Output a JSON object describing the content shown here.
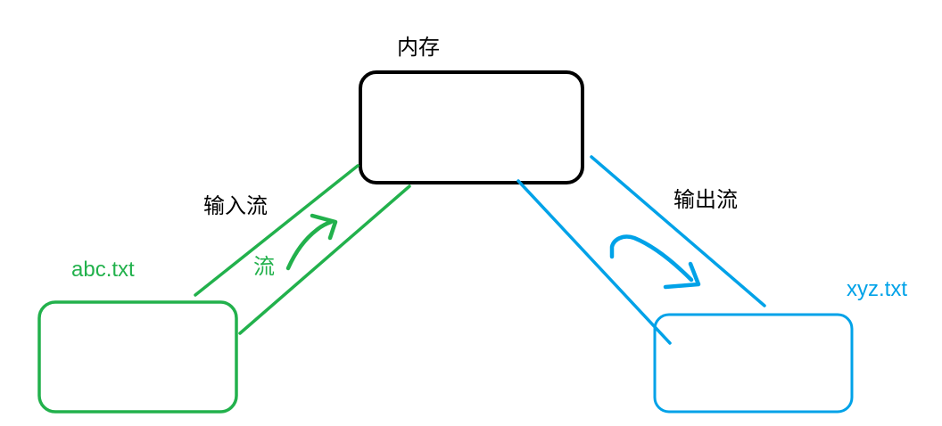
{
  "diagram": {
    "memory": {
      "label": "内存"
    },
    "source_file": {
      "label": "abc.txt"
    },
    "dest_file": {
      "label": "xyz.txt"
    },
    "input_stream": {
      "label": "输入流"
    },
    "output_stream": {
      "label": "输出流"
    },
    "stream": {
      "label": "流"
    }
  },
  "colors": {
    "green": "#22b14c",
    "blue": "#00a2e8",
    "black": "#000000",
    "background": "#ffffff"
  }
}
